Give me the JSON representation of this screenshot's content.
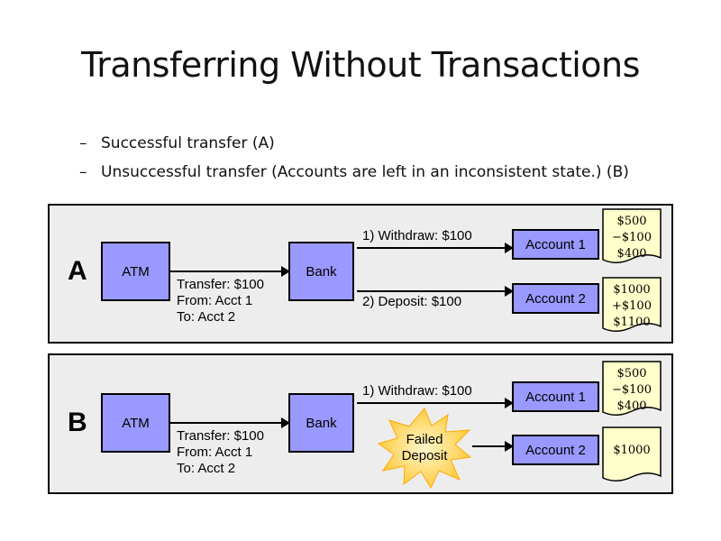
{
  "slide": {
    "title": "Transferring Without Transactions",
    "bullets": [
      "Successful transfer (A)",
      "Unsuccessful transfer (Accounts are left in an inconsistent state.) (B)"
    ]
  },
  "panel_a": {
    "letter": "A",
    "atm": "ATM",
    "bank": "Bank",
    "transfer": [
      "Transfer: $100",
      "From: Acct 1",
      "To: Acct 2"
    ],
    "step1": "1) Withdraw: $100",
    "step2": "2) Deposit: $100",
    "account1": "Account 1",
    "account2": "Account 2",
    "ledger1": [
      "$500",
      "−$100",
      "$400"
    ],
    "ledger2": [
      "$1000",
      "+$100",
      "$1100"
    ]
  },
  "panel_b": {
    "letter": "B",
    "atm": "ATM",
    "bank": "Bank",
    "transfer": [
      "Transfer: $100",
      "From: Acct 1",
      "To: Acct 2"
    ],
    "step1": "1) Withdraw: $100",
    "failed": [
      "Failed",
      "Deposit"
    ],
    "account1": "Account 1",
    "account2": "Account 2",
    "ledger1": [
      "$500",
      "−$100",
      "$400"
    ],
    "ledger2": [
      "$1000"
    ]
  },
  "colors": {
    "box_fill": "#9999ff",
    "panel_bg": "#ededed",
    "doc_fill": "#ffffcc",
    "burst_fill": "#ffcc44"
  }
}
